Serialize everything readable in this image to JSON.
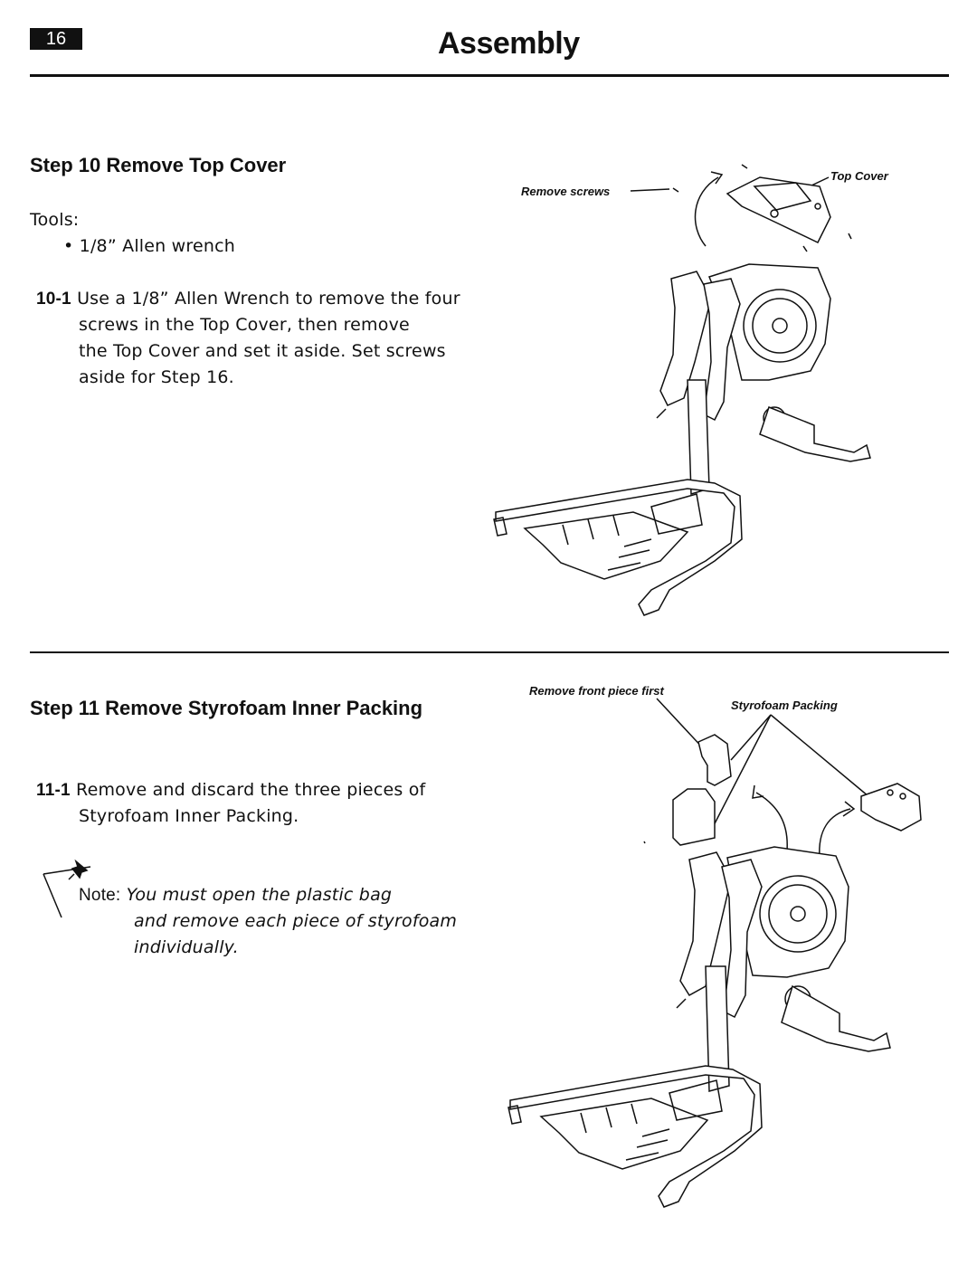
{
  "header": {
    "page_number": "16",
    "title": "Assembly"
  },
  "step10": {
    "title": "Step 10  Remove Top Cover",
    "tools_label": "Tools:",
    "tool_item": "1/8” Allen wrench",
    "instr_num": "10-1",
    "instr_line1": "Use a 1/8” Allen Wrench to remove the four",
    "instr_line2": "screws in the Top Cover, then remove",
    "instr_line3": "the Top Cover and set it aside. Set screws",
    "instr_line4": "aside for Step 16.",
    "callout_screws": "Remove screws",
    "callout_cover": "Top Cover"
  },
  "step11": {
    "title": "Step 11  Remove Styrofoam Inner Packing",
    "instr_num": "11-1",
    "instr_line1": "Remove and discard the three pieces of",
    "instr_line2": "Styrofoam Inner Packing.",
    "note_label": "Note:",
    "note_line1": "You must open the plastic bag",
    "note_line2": "and remove each piece of styrofoam",
    "note_line3": "individually.",
    "callout_front": "Remove front piece first",
    "callout_packing": "Styrofoam Packing"
  }
}
